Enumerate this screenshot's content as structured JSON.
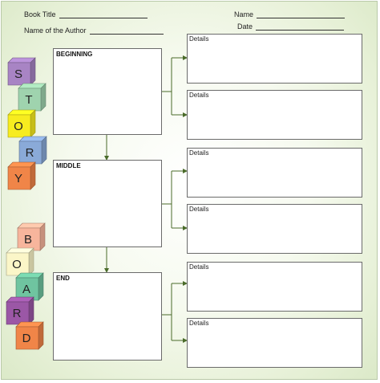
{
  "header": {
    "book_title_label": "Book Title",
    "author_label": "Name of the Author",
    "name_label": "Name",
    "date_label": "Date"
  },
  "sections": [
    {
      "label": "BEGINNING",
      "details": [
        "Details",
        "Details"
      ]
    },
    {
      "label": "MIDDLE",
      "details": [
        "Details",
        "Details"
      ]
    },
    {
      "label": "END",
      "details": [
        "Details",
        "Details"
      ]
    }
  ],
  "cubes_story": [
    {
      "letter": "S",
      "color": "#a884c4"
    },
    {
      "letter": "T",
      "color": "#9fd3ae"
    },
    {
      "letter": "O",
      "color": "#f7ec1f"
    },
    {
      "letter": "R",
      "color": "#8aaad8"
    },
    {
      "letter": "Y",
      "color": "#f08548"
    }
  ],
  "cubes_board": [
    {
      "letter": "B",
      "color": "#f7b59c"
    },
    {
      "letter": "O",
      "color": "#fbf6c8"
    },
    {
      "letter": "A",
      "color": "#6fc4a0"
    },
    {
      "letter": "R",
      "color": "#9b57a6"
    },
    {
      "letter": "D",
      "color": "#f08548"
    }
  ],
  "colors": {
    "connector": "#4a6b2a",
    "box_border": "#6b6b6b"
  }
}
